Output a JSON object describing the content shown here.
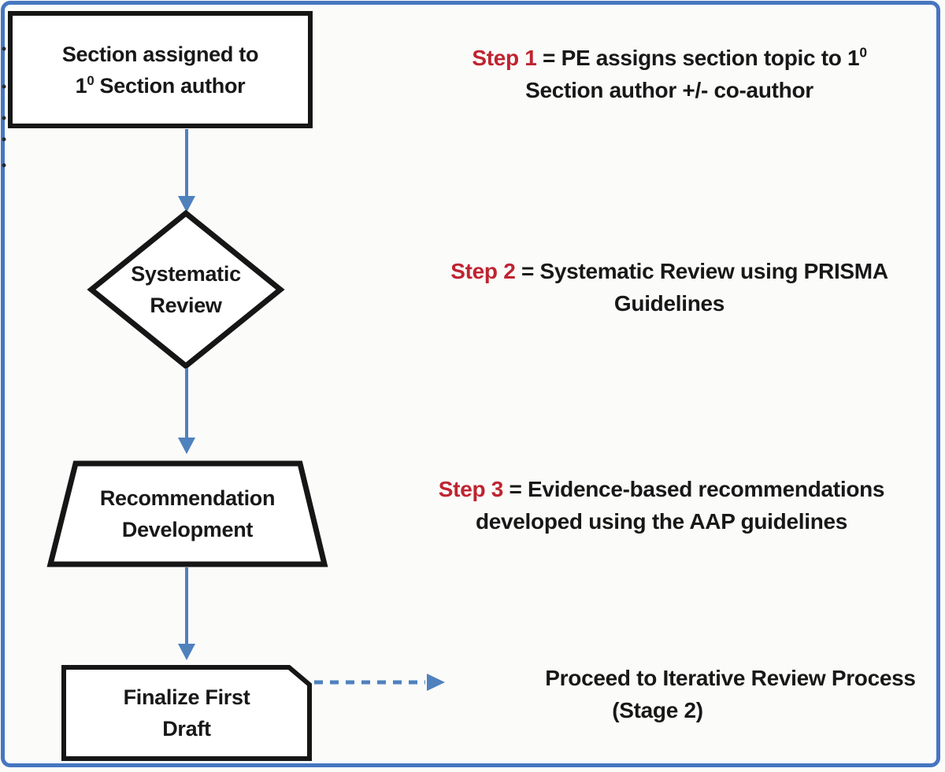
{
  "figure": {
    "type": "flowchart",
    "title": "Stage 1 section development flowchart"
  },
  "colors": {
    "accent_blue": "#4676c0",
    "arrow_blue": "#4f81bd",
    "step_red": "#bf2430",
    "shape_border": "#161616",
    "text": "#181818",
    "background": "#fbfbfa"
  },
  "nodes": [
    {
      "shape": "rectangle",
      "line1": "Section assigned to",
      "line2_pre": "1",
      "line2_sup": "0",
      "line2_post": " Section author"
    },
    {
      "shape": "diamond",
      "line1": "Systematic",
      "line2": "Review"
    },
    {
      "shape": "trapezoid",
      "line1": "Recommendation",
      "line2": "Development"
    },
    {
      "shape": "card",
      "line1": "Finalize First",
      "line2": "Draft"
    }
  ],
  "steps": [
    {
      "label": "Step 1",
      "text1": " = PE assigns section topic to 1",
      "sup": "0",
      "line2": "Section author +/- co-author"
    },
    {
      "label": "Step 2",
      "text1": " = Systematic Review using PRISMA",
      "line2": "Guidelines"
    },
    {
      "label": "Step 3",
      "text1": " = Evidence-based recommendations",
      "line2": "developed using the AAP guidelines"
    }
  ],
  "outcome": {
    "line1": "Proceed to Iterative Review Process",
    "line2": "(Stage 2)"
  },
  "icons": [
    {
      "name": "down-arrow",
      "count": 3
    },
    {
      "name": "dashed-right-arrow",
      "count": 1
    }
  ]
}
